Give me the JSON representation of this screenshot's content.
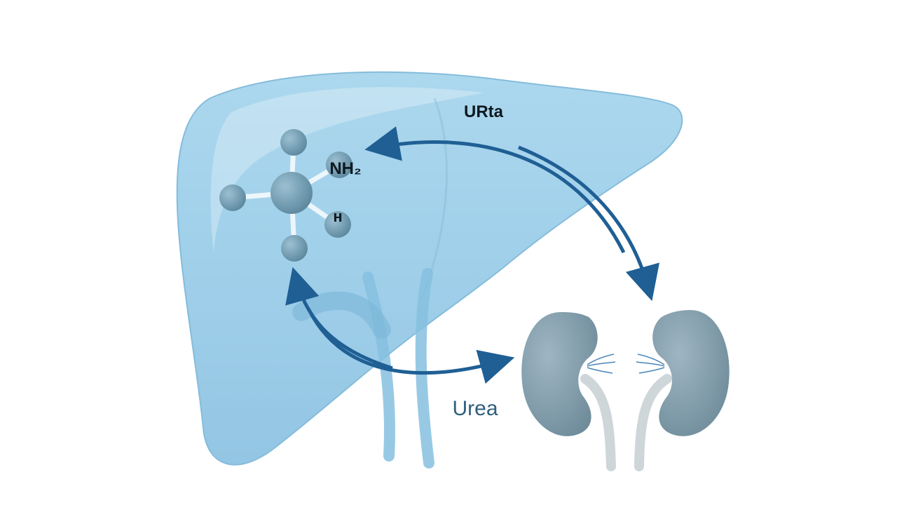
{
  "labels": {
    "urea_top": "URta",
    "nh2": "NH₂",
    "h": "н",
    "urea_bottom": "Urea"
  },
  "colors": {
    "liver_fill": "#9fd0ea",
    "liver_edge": "#7fb9da",
    "arrow": "#1f5f94",
    "atom": "#6a97ad",
    "kidney": "#7f9aa8",
    "bottom_label": "#2f5f7c",
    "text_dark": "#0e1a22"
  },
  "icons": {
    "liver": "liver-icon",
    "molecule": "ammonia-molecule-icon",
    "kidneys": "kidneys-icon"
  }
}
